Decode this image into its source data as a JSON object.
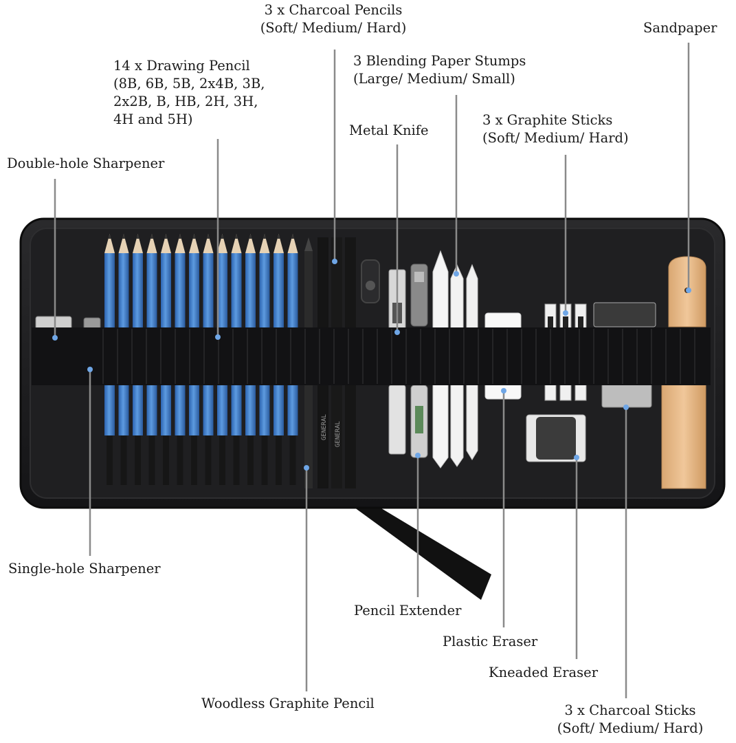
{
  "labels": {
    "charcoal_pencils": {
      "line1": "3 x Charcoal Pencils",
      "line2": "(Soft/ Medium/ Hard)"
    },
    "sandpaper": "Sandpaper",
    "drawing_pencil": {
      "line1": "14 x Drawing Pencil",
      "line2": "(8B, 6B, 5B, 2x4B, 3B,",
      "line3": "2x2B, B, HB, 2H, 3H,",
      "line4": "4H and 5H)"
    },
    "blending_stumps": {
      "line1": "3 Blending Paper Stumps",
      "line2": "(Large/ Medium/ Small)"
    },
    "metal_knife": "Metal Knife",
    "graphite_sticks": {
      "line1": "3 x Graphite Sticks",
      "line2": "(Soft/ Medium/ Hard)"
    },
    "double_hole_sharpener": "Double-hole Sharpener",
    "single_hole_sharpener": "Single-hole Sharpener",
    "pencil_extender": "Pencil Extender",
    "plastic_eraser": "Plastic Eraser",
    "kneaded_eraser": "Kneaded Eraser",
    "woodless_graphite_pencil": "Woodless Graphite Pencil",
    "charcoal_sticks": {
      "line1": "3 x Charcoal Sticks",
      "line2": "(Soft/ Medium/ Hard)"
    }
  },
  "colors": {
    "background": "#ffffff",
    "case": "#1c1c1e",
    "pencil_blue": "#3f7fcf",
    "leader_line": "#8a8a8a",
    "dot": "#6fa6e6",
    "sandpaper": "#e6b98a"
  }
}
